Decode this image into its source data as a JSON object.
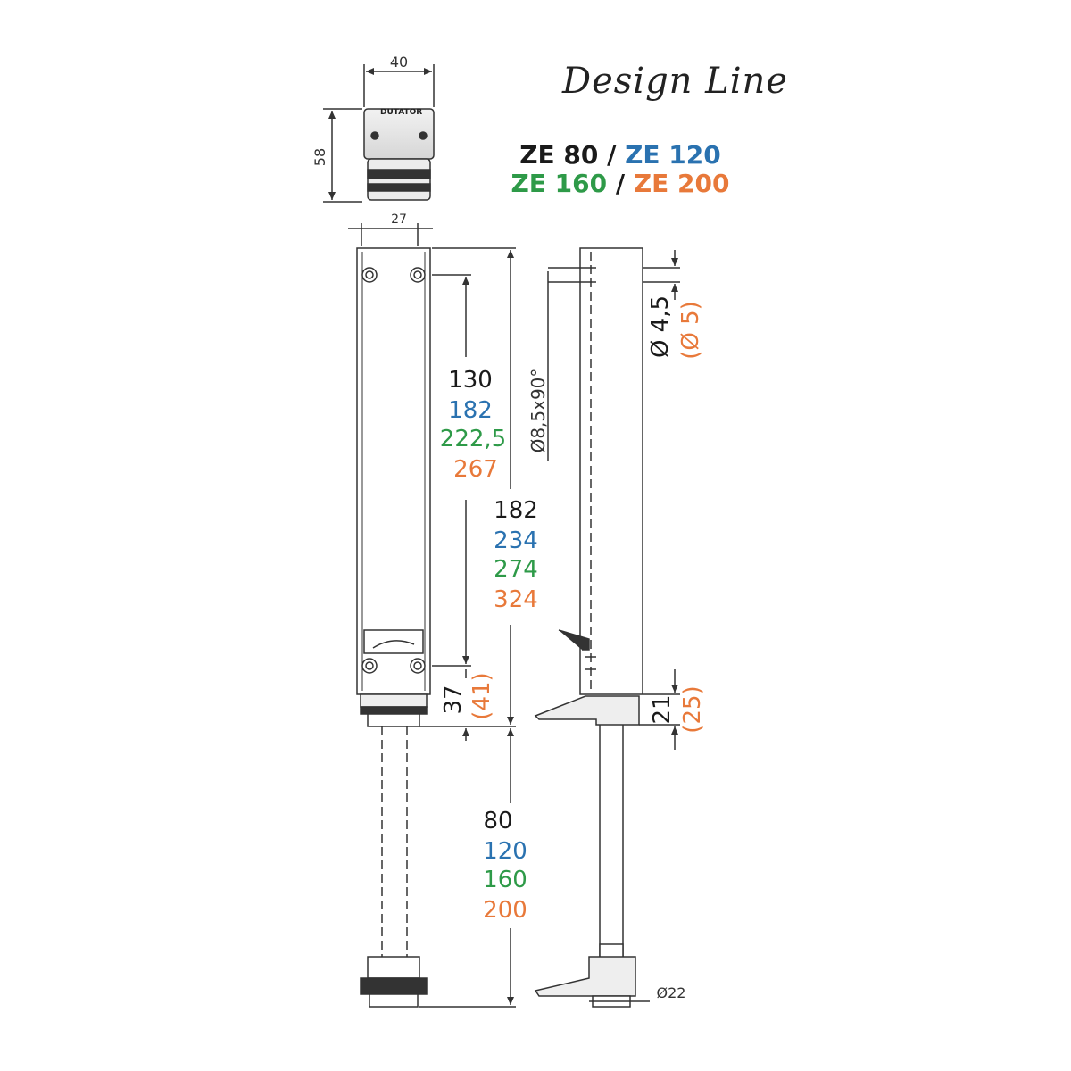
{
  "title": "Design Line",
  "brand_logo": "DUTATOR",
  "models": {
    "line1": [
      {
        "text": "ZE 80",
        "color": "#1a1a1a"
      },
      {
        "text": " / ",
        "color": "#1a1a1a"
      },
      {
        "text": "ZE 120",
        "color": "#2a72b0"
      }
    ],
    "line2": [
      {
        "text": "ZE 160",
        "color": "#2e9a48"
      },
      {
        "text": " / ",
        "color": "#1a1a1a"
      },
      {
        "text": "ZE 200",
        "color": "#e8793a"
      }
    ]
  },
  "colors": {
    "black": "#1a1a1a",
    "blue": "#2a72b0",
    "green": "#2e9a48",
    "orange": "#e8793a",
    "line": "#333333"
  },
  "dimensions": {
    "top_width": "40",
    "top_height": "58",
    "body_width": "27",
    "hole_spacing": [
      "130",
      "182",
      "222,5",
      "267"
    ],
    "body_length": [
      "182",
      "234",
      "274",
      "324"
    ],
    "bottom_offset": "37",
    "bottom_offset_alt": "(41)",
    "travel": [
      "80",
      "120",
      "160",
      "200"
    ],
    "countersink": "Ø8,5x90°",
    "hole_dia": "Ø 4,5",
    "hole_dia_alt": "(Ø 5)",
    "foot_height": "21",
    "foot_height_alt": "(25)",
    "rod_dia": "Ø22"
  }
}
